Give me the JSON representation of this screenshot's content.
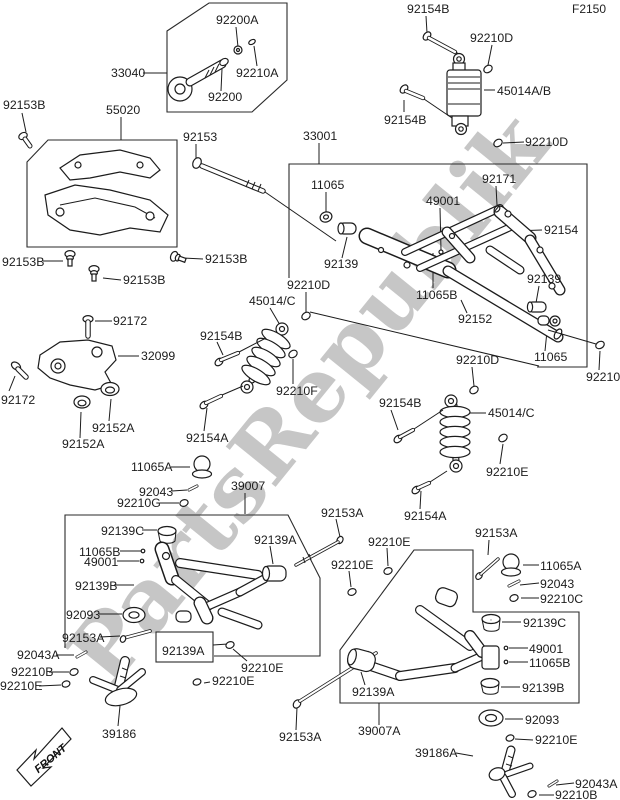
{
  "page": {
    "code": "F2150",
    "watermark": "PartsRepublik",
    "front_label": "FRONT"
  },
  "labels": [
    {
      "text": "92200A"
    },
    {
      "text": "92154B"
    },
    {
      "text": "33040"
    },
    {
      "text": "92210A"
    },
    {
      "text": "92210D"
    },
    {
      "text": "92200"
    },
    {
      "text": "45014A/B"
    },
    {
      "text": "92153B"
    },
    {
      "text": "55020"
    },
    {
      "text": "92154B"
    },
    {
      "text": "33001"
    },
    {
      "text": "92153"
    },
    {
      "text": "92210D"
    },
    {
      "text": "92171"
    },
    {
      "text": "11065"
    },
    {
      "text": "49001"
    },
    {
      "text": "92154"
    },
    {
      "text": "92153B"
    },
    {
      "text": "92153B"
    },
    {
      "text": "92139"
    },
    {
      "text": "92153B"
    },
    {
      "text": "92139"
    },
    {
      "text": "92210D"
    },
    {
      "text": "45014/C"
    },
    {
      "text": "11065B"
    },
    {
      "text": "92172"
    },
    {
      "text": "92152"
    },
    {
      "text": "92154B"
    },
    {
      "text": "32099"
    },
    {
      "text": "11065"
    },
    {
      "text": "92210D"
    },
    {
      "text": "92210"
    },
    {
      "text": "92172"
    },
    {
      "text": "92210F"
    },
    {
      "text": "92154B"
    },
    {
      "text": "45014/C"
    },
    {
      "text": "92152A"
    },
    {
      "text": "92152A"
    },
    {
      "text": "92154A"
    },
    {
      "text": "92210E"
    },
    {
      "text": "11065A"
    },
    {
      "text": "92043"
    },
    {
      "text": "39007"
    },
    {
      "text": "92210G"
    },
    {
      "text": "92154A"
    },
    {
      "text": "92153A"
    },
    {
      "text": "92139C"
    },
    {
      "text": "92139A"
    },
    {
      "text": "92153A"
    },
    {
      "text": "92210E"
    },
    {
      "text": "11065B"
    },
    {
      "text": "49001"
    },
    {
      "text": "92210E"
    },
    {
      "text": "11065A"
    },
    {
      "text": "92139B"
    },
    {
      "text": "92043"
    },
    {
      "text": "92210C"
    },
    {
      "text": "92093"
    },
    {
      "text": "92139C"
    },
    {
      "text": "92139A"
    },
    {
      "text": "92153A"
    },
    {
      "text": "49001"
    },
    {
      "text": "92043A"
    },
    {
      "text": "11065B"
    },
    {
      "text": "92210E"
    },
    {
      "text": "92210B"
    },
    {
      "text": "92210E"
    },
    {
      "text": "92210E"
    },
    {
      "text": "92139B"
    },
    {
      "text": "92139A"
    },
    {
      "text": "92093"
    },
    {
      "text": "39186"
    },
    {
      "text": "39007A"
    },
    {
      "text": "92153A"
    },
    {
      "text": "92210E"
    },
    {
      "text": "39186A"
    },
    {
      "text": "92043A"
    },
    {
      "text": "92210B"
    }
  ]
}
